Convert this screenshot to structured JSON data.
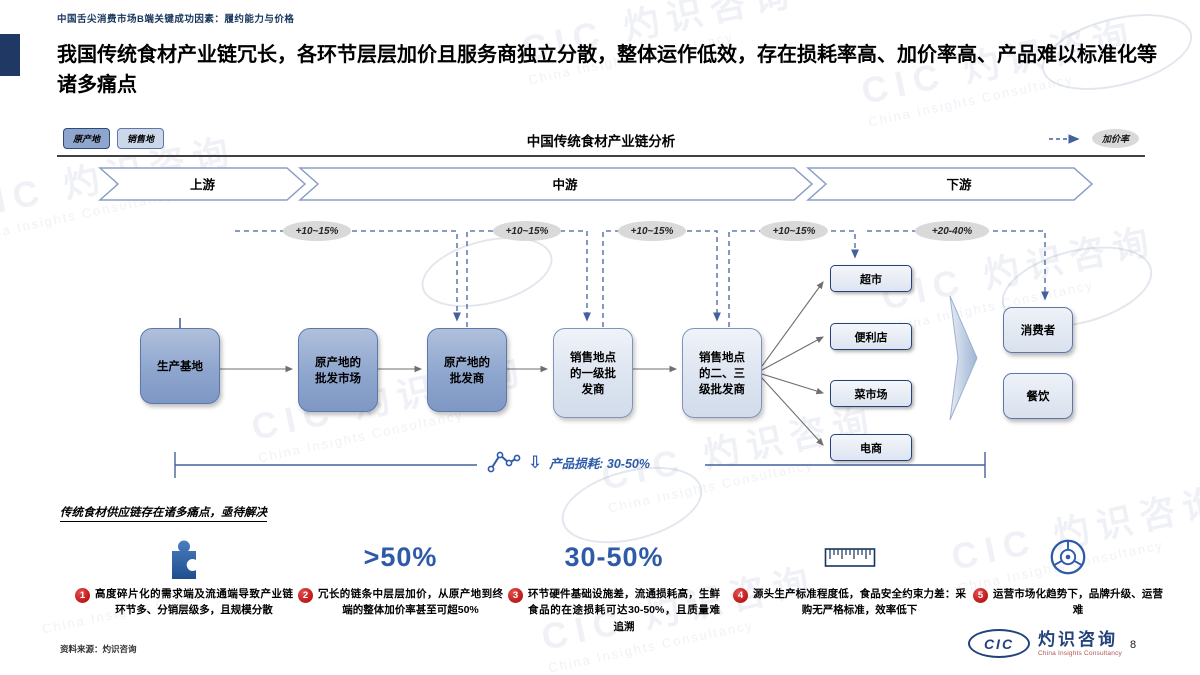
{
  "slide": {
    "kicker": "中国舌尖消费市场B端关键成功因素：履约能力与价格",
    "title": "我国传统食材产业链冗长，各环节层层加价且服务商独立分散，整体运作低效，存在损耗率高、加价率高、产品难以标准化等诸多痛点",
    "page_number": "8",
    "source_note": "资料来源：灼识咨询"
  },
  "colors": {
    "navy": "#1f3864",
    "origin_fill": "#8ea6ce",
    "sales_fill": "#dbe3f0",
    "stat_blue": "#2e5aa8",
    "badge_red": "#c00000",
    "ellipse_gray": "#d9d9d9"
  },
  "diagram": {
    "title": "中国传统食材产业链分析",
    "legend": {
      "origin": "原产地",
      "sales": "销售地"
    },
    "markup_rate_label": "加价率",
    "stages": [
      "上游",
      "中游",
      "下游"
    ],
    "markup_rates": [
      "+10~15%",
      "+10~15%",
      "+10~15%",
      "+10~15%",
      "+20-40%"
    ],
    "chain_nodes": [
      "生产基地",
      "原产地的\n批发市场",
      "原产地的\n批发商",
      "销售地点\n的一级批\n发商",
      "销售地点\n的二、三\n级批发商"
    ],
    "retail_nodes": [
      "超市",
      "便利店",
      "菜市场",
      "电商"
    ],
    "end_nodes": [
      "消费者",
      "餐饮"
    ],
    "loss_label": "产品损耗: 30-50%"
  },
  "pain_points": {
    "heading": "传统食材供应链存在诸多痛点，亟待解决",
    "items": [
      {
        "num": "1",
        "stat": "",
        "text": "高度碎片化的需求端及流通端导致产业链环节多、分销层级多，且规模分散"
      },
      {
        "num": "2",
        "stat": ">50%",
        "text": "冗长的链条中层层加价，从原产地到终端的整体加价率甚至可超50%"
      },
      {
        "num": "3",
        "stat": "30-50%",
        "text": "环节硬件基础设施差，流通损耗高，生鲜食品的在途损耗可达30-50%，且质量难追溯"
      },
      {
        "num": "4",
        "stat": "",
        "text": "源头生产标准程度低，食品安全约束力差：采购无严格标准，效率低下"
      },
      {
        "num": "5",
        "stat": "",
        "text": "运营市场化趋势下，品牌升级、运营难"
      }
    ]
  },
  "footer": {
    "logo_cic": "CIC",
    "logo_name": "灼识咨询",
    "logo_tagline": "China Insights Consultancy"
  },
  "watermark": {
    "full": "CIC 灼识咨询",
    "en": "China Insights Consultancy"
  }
}
